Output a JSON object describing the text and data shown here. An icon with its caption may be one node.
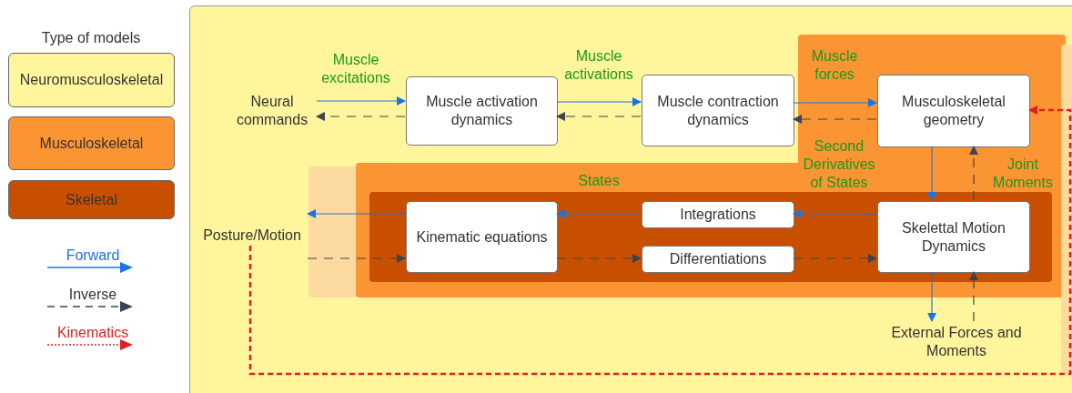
{
  "diagram": {
    "nodes": [
      {
        "text": [],
        "shape": "box"
      },
      {
        "text": [],
        "shape": "box",
        "in": 0
      },
      {
        "text": [],
        "shape": "box",
        "in": 1
      },
      {
        "text": [
          "Neural commands"
        ],
        "in": 0
      },
      {
        "text": [
          "Muscle activation dynamics"
        ],
        "in": 0
      },
      {
        "text": [
          "Muscle contraction dynamics"
        ],
        "in": 0
      },
      {
        "text": [
          "Musculoskeletal geometry"
        ],
        "in": 1
      },
      {
        "text": [
          "Posture/Motion"
        ],
        "in": 0
      },
      {
        "text": [
          "Kinematic equations"
        ],
        "in": 2
      },
      {
        "text": [
          "Integrations"
        ],
        "in": 2
      },
      {
        "text": [
          "Differentiations"
        ],
        "in": 2
      },
      {
        "text": [
          "Skelettal Motion Dynamics"
        ],
        "in": 2
      },
      {
        "text": [
          "External Forces and Moments"
        ],
        "in": 0
      }
    ],
    "edges": [
      {
        "from": 3,
        "to": 4,
        "arrow": "to",
        "label": "Muscle excitations",
        "color": "#1a73e8"
      },
      {
        "from": 4,
        "to": 3,
        "arrow": "to",
        "style": "dashed",
        "color": "#3d4451"
      },
      {
        "from": 4,
        "to": 5,
        "arrow": "to",
        "label": "Muscle activations",
        "color": "#1a73e8"
      },
      {
        "from": 5,
        "to": 4,
        "arrow": "to",
        "style": "dashed",
        "color": "#3d4451"
      },
      {
        "from": 5,
        "to": 6,
        "arrow": "to",
        "label": "Muscle forces",
        "color": "#1a73e8"
      },
      {
        "from": 6,
        "to": 5,
        "arrow": "to",
        "style": "dashed",
        "color": "#3d4451"
      },
      {
        "from": 6,
        "to": 11,
        "arrow": "to",
        "label": "Second Derivatives of States",
        "color": "#1a73e8"
      },
      {
        "from": 11,
        "to": 6,
        "arrow": "to",
        "label": "Joint Moments",
        "style": "dashed",
        "color": "#3d4451"
      },
      {
        "from": 11,
        "to": 9,
        "arrow": "to",
        "color": "#1a73e8"
      },
      {
        "from": 9,
        "to": 8,
        "arrow": "to",
        "color": "#1a73e8"
      },
      {
        "from": 8,
        "to": 7,
        "arrow": "to",
        "color": "#1a73e8"
      },
      {
        "from": 7,
        "to": 8,
        "arrow": "to",
        "style": "dashed",
        "color": "#3d4451"
      },
      {
        "from": 8,
        "to": 10,
        "arrow": "to",
        "style": "dashed",
        "color": "#3d4451"
      },
      {
        "from": 10,
        "to": 11,
        "arrow": "to",
        "style": "dashed",
        "color": "#3d4451"
      },
      {
        "from": 11,
        "to": 12,
        "arrow": "to",
        "color": "#1a73e8"
      },
      {
        "from": 12,
        "to": 11,
        "arrow": "to",
        "style": "dashed",
        "color": "#3d4451"
      },
      {
        "from": 7,
        "to": 6,
        "arrow": "to",
        "style": "dashed",
        "color": "#e02020"
      }
    ],
    "labels": [
      "Type of models",
      "States"
    ],
    "legend": [
      {
        "text": "Neuromusculoskeletal",
        "color": "#fff59d"
      },
      {
        "text": "Musculoskeletal",
        "color": "#fb9433"
      },
      {
        "text": "Skeletal",
        "color": "#c94f00"
      },
      {
        "text": "Forward"
      },
      {
        "text": "Inverse"
      },
      {
        "text": "Kinematics"
      }
    ]
  }
}
